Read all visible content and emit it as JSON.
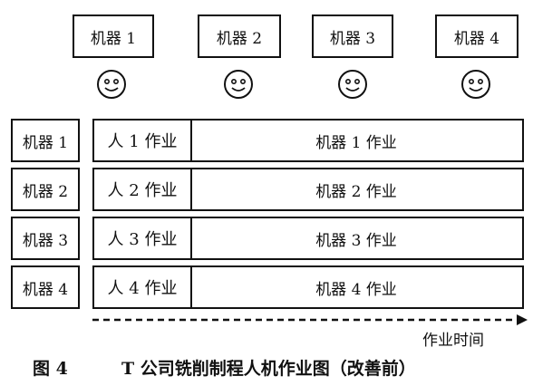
{
  "top_machines": [
    "机器 1",
    "机器 2",
    "机器 3",
    "机器 4"
  ],
  "rows": [
    {
      "machine": "机器 1",
      "person_task": "人 1 作业",
      "machine_task": "机器 1 作业"
    },
    {
      "machine": "机器 2",
      "person_task": "人 2 作业",
      "machine_task": "机器 2 作业"
    },
    {
      "machine": "机器 3",
      "person_task": "人 3 作业",
      "machine_task": "机器 3 作业"
    },
    {
      "machine": "机器 4",
      "person_task": "人 4 作业",
      "machine_task": "机器 4 作业"
    }
  ],
  "axis_label": "作业时间",
  "caption": {
    "figure_number": "图 4",
    "title": "T 公司铣削制程人机作业图（改善前）"
  },
  "icons": {
    "operator": "smiley-face-icon",
    "time_axis": "dashed-arrow-icon"
  }
}
